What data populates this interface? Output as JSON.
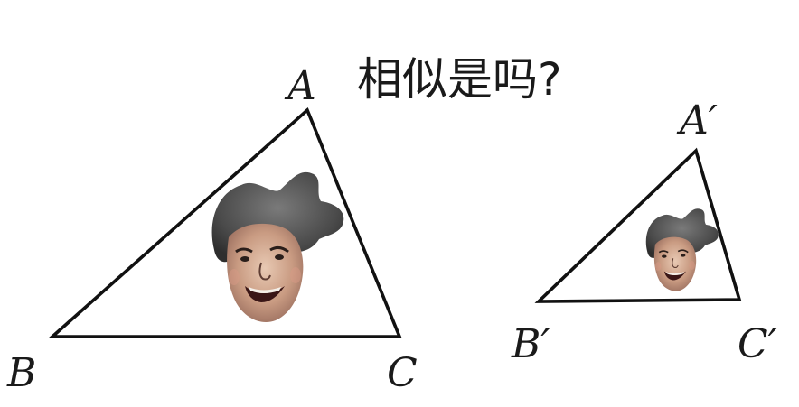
{
  "title": "相似是吗?",
  "triangles": [
    {
      "name": "large",
      "vertices": {
        "top": "A",
        "left": "B",
        "right": "C"
      },
      "picture": "meme-face"
    },
    {
      "name": "small",
      "vertices": {
        "top": "A′",
        "left": "B′",
        "right": "C′"
      },
      "picture": "meme-face"
    }
  ],
  "colors": {
    "line": "#111111",
    "text": "#1a1a1a",
    "background": "#ffffff"
  }
}
